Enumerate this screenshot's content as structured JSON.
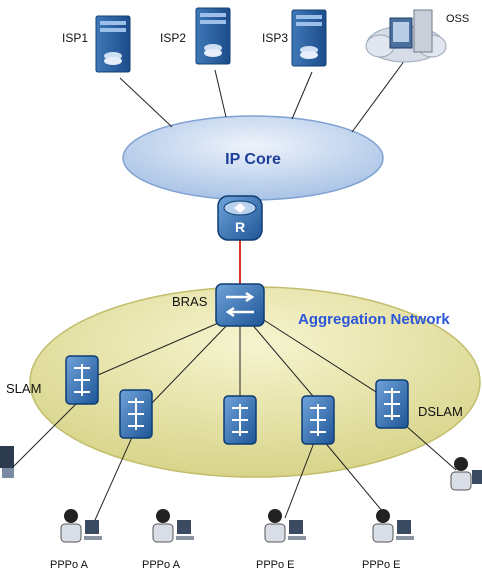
{
  "servers": [
    {
      "label": "ISP1"
    },
    {
      "label": "ISP2"
    },
    {
      "label": "ISP3"
    }
  ],
  "oss": {
    "label": "OSS"
  },
  "core": {
    "label": "IP Core"
  },
  "router": {
    "label": "R"
  },
  "bras": {
    "label": "BRAS"
  },
  "aggregation": {
    "label": "Aggregation Network"
  },
  "dslam_left": {
    "label": "SLAM"
  },
  "dslam_right": {
    "label": "DSLAM"
  },
  "users": [
    {
      "label": "PPPo A"
    },
    {
      "label": "PPPo A"
    },
    {
      "label": "PPPo E"
    },
    {
      "label": "PPPo E"
    }
  ],
  "colors": {
    "core_fill": "#c9daf2",
    "aggregation_fill": "#ecebb0",
    "device_blue": "#2f6fb3",
    "link_red": "#e0332a",
    "aggregation_label": "#2b56d8",
    "core_label": "#1e3f9a"
  }
}
